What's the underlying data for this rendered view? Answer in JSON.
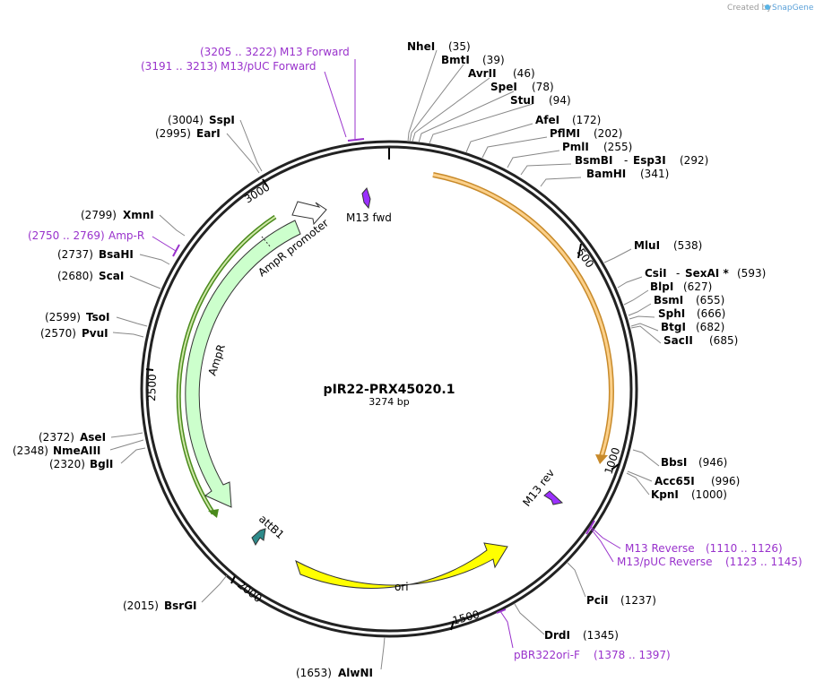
{
  "credit": {
    "prefix": "Created by",
    "brand": "SnapGene"
  },
  "plasmid": {
    "name": "pIR22-PRX45020.1",
    "size": "3274 bp"
  },
  "ruler": [
    "500",
    "1000",
    "1500",
    "2000",
    "2500",
    "3000"
  ],
  "enzymes": [
    {
      "name": "NheI",
      "pos": "(35)"
    },
    {
      "name": "BmtI",
      "pos": "(39)"
    },
    {
      "name": "AvrII",
      "pos": "(46)"
    },
    {
      "name": "SpeI",
      "pos": "(78)"
    },
    {
      "name": "StuI",
      "pos": "(94)"
    },
    {
      "name": "AfeI",
      "pos": "(172)"
    },
    {
      "name": "PflMI",
      "pos": "(202)"
    },
    {
      "name": "PmlI",
      "pos": "(255)"
    },
    {
      "name": "BsmBI",
      "name2": "Esp3I",
      "pos": "(292)"
    },
    {
      "name": "BamHI",
      "pos": "(341)"
    },
    {
      "name": "MluI",
      "pos": "(538)"
    },
    {
      "name": "CsiI",
      "name2": "SexAI *",
      "pos": "(593)"
    },
    {
      "name": "BlpI",
      "pos": "(627)"
    },
    {
      "name": "BsmI",
      "pos": "(655)"
    },
    {
      "name": "SphI",
      "pos": "(666)"
    },
    {
      "name": "BtgI",
      "pos": "(682)"
    },
    {
      "name": "SacII",
      "pos": "(685)"
    },
    {
      "name": "BbsI",
      "pos": "(946)"
    },
    {
      "name": "Acc65I",
      "pos": "(996)"
    },
    {
      "name": "KpnI",
      "pos": "(1000)"
    },
    {
      "name": "PciI",
      "pos": "(1237)"
    },
    {
      "name": "DrdI",
      "pos": "(1345)"
    },
    {
      "name": "AlwNI",
      "pos": "(1653)"
    },
    {
      "name": "BsrGI",
      "pos": "(2015)"
    },
    {
      "name": "BglI",
      "pos": "(2320)"
    },
    {
      "name": "NmeAIII",
      "pos": "(2348)"
    },
    {
      "name": "AseI",
      "pos": "(2372)"
    },
    {
      "name": "PvuI",
      "pos": "(2570)"
    },
    {
      "name": "TsoI",
      "pos": "(2599)"
    },
    {
      "name": "ScaI",
      "pos": "(2680)"
    },
    {
      "name": "BsaHI",
      "pos": "(2737)"
    },
    {
      "name": "XmnI",
      "pos": "(2799)"
    },
    {
      "name": "EarI",
      "pos": "(2995)"
    },
    {
      "name": "SspI",
      "pos": "(3004)"
    }
  ],
  "primers": [
    {
      "name": "M13 Forward",
      "range": "(3205 .. 3222)"
    },
    {
      "name": "M13/pUC Forward",
      "range": "(3191 .. 3213)"
    },
    {
      "name": "Amp-R",
      "range": "(2750 .. 2769)"
    },
    {
      "name": "M13 Reverse",
      "range": "(1110 .. 1126)"
    },
    {
      "name": "M13/pUC Reverse",
      "range": "(1123 .. 1145)"
    },
    {
      "name": "pBR322ori-F",
      "range": "(1378 .. 1397)"
    }
  ],
  "features": [
    {
      "name": "M13 fwd",
      "color": "#9b30ff"
    },
    {
      "name": "AmpR promoter",
      "color": "#ffffff"
    },
    {
      "name": "AmpR",
      "color": "#ccffcc"
    },
    {
      "name": "attB1",
      "color": "#2e8b8b"
    },
    {
      "name": "ori",
      "color": "#ffff00"
    },
    {
      "name": "M13 rev",
      "color": "#9b30ff"
    },
    {
      "name": "orange-arc",
      "color": "#f5b041"
    }
  ],
  "colors": {
    "primer": "#9932cc",
    "ring": "#222222",
    "ampr_outline": "#6ab04c"
  }
}
